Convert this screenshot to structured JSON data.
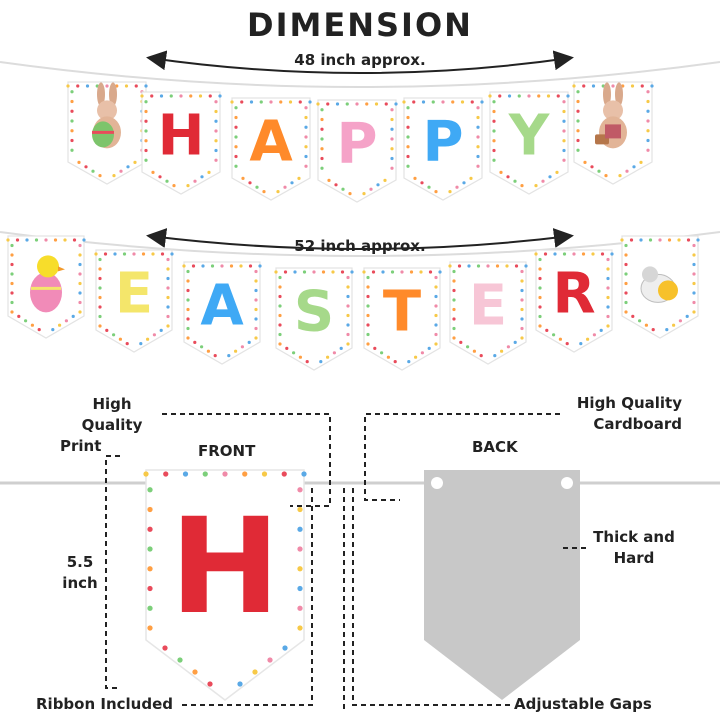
{
  "title": "DIMENSION",
  "row1": {
    "measure": "48 inch approx.",
    "letters": [
      "",
      "H",
      "A",
      "P",
      "P",
      "Y",
      ""
    ],
    "colors": [
      "",
      "#e02a36",
      "#ff8a2a",
      "#f5a3c8",
      "#3fa9f5",
      "#a6d98a",
      ""
    ],
    "icons": [
      "bunny-with-egg",
      "",
      "",
      "",
      "",
      "",
      "bunny-with-basket"
    ]
  },
  "row2": {
    "measure": "52 inch approx.",
    "letters": [
      "",
      "E",
      "A",
      "S",
      "T",
      "E",
      "R",
      ""
    ],
    "colors": [
      "",
      "#f4e66b",
      "#3fa9f5",
      "#a6d98a",
      "#ff8a2a",
      "#f7c6d6",
      "#e02a36",
      ""
    ],
    "icons": [
      "chick-on-egg",
      "",
      "",
      "",
      "",
      "",
      "",
      "sheep-and-chick"
    ]
  },
  "labels": {
    "print": "High Quality Print",
    "print_l1": "High Quality",
    "print_l2": "Print",
    "cardboard_l1": "High Quality",
    "cardboard_l2": "Cardboard",
    "front": "FRONT",
    "back": "BACK",
    "size_l1": "5.5",
    "size_l2": "inch",
    "thick_l1": "Thick and",
    "thick_l2": "Hard",
    "ribbon": "Ribbon Included",
    "gaps": "Adjustable Gaps"
  },
  "front_letter": "H",
  "front_color": "#e02a36",
  "back_color": "#c8c8c8"
}
